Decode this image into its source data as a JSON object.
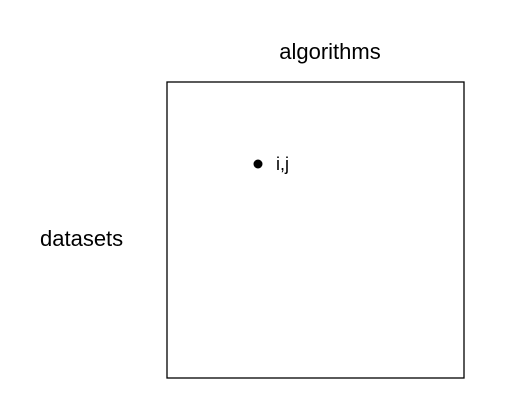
{
  "diagram": {
    "column_label": "algorithms",
    "row_label": "datasets",
    "cell_label": "i,j",
    "colors": {
      "stroke": "#000000",
      "text": "#000000",
      "background": "#ffffff"
    }
  }
}
